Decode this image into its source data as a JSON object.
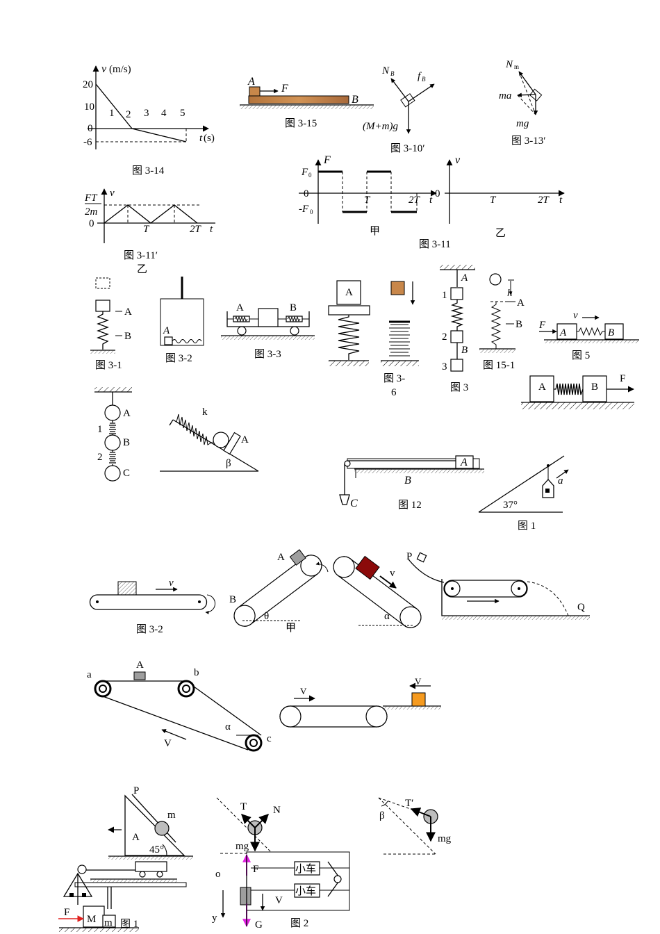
{
  "colors": {
    "wood": "#c8874a",
    "wood_dark": "#7a4b22",
    "darkred": "#8b0a0a",
    "orange": "#f59a1f",
    "gray": "#bdbdbd",
    "magenta": "#e020e0",
    "red": "#e0201e"
  },
  "fig314": {
    "y_label_v": "v",
    "y_label_unit": "(m/s)",
    "y_ticks": [
      "20",
      "10",
      "0",
      "-6"
    ],
    "x_ticks": [
      "1",
      "2",
      "3",
      "4",
      "5"
    ],
    "x_label_t": "t",
    "x_label_unit": "(s)",
    "caption": "图 3-14",
    "chart_data": {
      "type": "line",
      "series": [
        {
          "x": [
            0,
            2,
            5
          ],
          "y": [
            20,
            0,
            -6
          ]
        }
      ],
      "xlabel": "t(s)",
      "ylabel": "v(m/s)"
    }
  },
  "fig315": {
    "label_a": "A",
    "label_f": "F",
    "label_b": "B",
    "caption": "图 3-15"
  },
  "fig310": {
    "label_n": "N",
    "label_n_sub": "B",
    "label_f": "f",
    "label_f_sub": "B",
    "label_g": "(M+m)g",
    "caption": "图 3-10′"
  },
  "fig313": {
    "label_n": "N",
    "label_n_sub": "m",
    "label_ma": "ma",
    "label_mg": "mg",
    "caption": "图 3-13′"
  },
  "fig311b": {
    "label_ft": "FT",
    "label_2m": "2m",
    "label_v": "v",
    "label_0": "0",
    "label_T": "T",
    "label_2T": "2T",
    "label_t": "t",
    "caption": "图 3-11′",
    "sub": "乙"
  },
  "fig311": {
    "label_F": "F",
    "label_F0": "F",
    "label_F0_sub": "0",
    "label_0": "0",
    "label_mF0": "-F",
    "label_mF0_sub": "0",
    "label_T": "T",
    "label_2T": "2T",
    "label_t": "t",
    "jia": "甲",
    "label_v": "v",
    "label_0b": "0",
    "label_Tb": "T",
    "label_2Tb": "2T",
    "label_tb": "t",
    "yi": "乙",
    "caption": "图 3-11"
  },
  "fig31": {
    "label_a": "A",
    "label_b": "B",
    "caption": "图 3-1"
  },
  "fig32a": {
    "label_a": "A",
    "caption": "图 3-2"
  },
  "fig33": {
    "label_a": "A",
    "label_b": "B",
    "caption": "图 3-3"
  },
  "fig36": {
    "label_a": "A",
    "caption_1": "图 3-",
    "caption_2": "6"
  },
  "fig3": {
    "label_a": "A",
    "label_1": "1",
    "label_2": "2",
    "label_b": "B",
    "label_3": "3",
    "caption": "图 3"
  },
  "fig151": {
    "label_h": "h",
    "label_a": "A",
    "label_b": "B",
    "caption": "图 15-1"
  },
  "fig5": {
    "label_f": "F",
    "label_a": "A",
    "label_b": "B",
    "label_v": "v",
    "caption": "图 5"
  },
  "figAB": {
    "label_a": "A",
    "label_b": "B",
    "label_f": "F"
  },
  "figABC": {
    "label_a": "A",
    "label_1": "1",
    "label_b": "B",
    "label_2": "2",
    "label_c": "C"
  },
  "figIncline": {
    "label_k": "k",
    "label_a": "A",
    "label_beta": "β"
  },
  "fig12": {
    "label_a": "A",
    "label_b": "B",
    "label_c": "C",
    "caption": "图 12"
  },
  "fig1a": {
    "label_a": "a",
    "label_37": "37°",
    "caption": "图 1"
  },
  "fig32b": {
    "label_v": "v",
    "caption": "图 3-2"
  },
  "figJia": {
    "label_a": "A",
    "label_b": "B",
    "label_theta": "θ",
    "label_v": "v",
    "label_alpha": "α",
    "caption": "甲"
  },
  "figPQ": {
    "label_p": "P",
    "label_q": "Q"
  },
  "figABC2": {
    "label_a_small": "a",
    "label_A": "A",
    "label_b": "b",
    "label_alpha": "α",
    "label_c": "c",
    "label_V": "V"
  },
  "figConv": {
    "label_v1": "V",
    "label_v2": "V"
  },
  "figPm": {
    "label_p": "P",
    "label_m": "m",
    "label_a": "A",
    "label_45": "45°"
  },
  "fig1b": {
    "label_f": "F",
    "label_M": "M",
    "label_m": "m",
    "caption": "图 1"
  },
  "fig2": {
    "label_T": "T",
    "label_N": "N",
    "label_mg": "mg",
    "label_F": "F",
    "label_car1": "小车",
    "label_car2": "小车",
    "label_o": "o",
    "label_y": "y",
    "label_V": "V",
    "label_G": "G",
    "caption": "图 2"
  },
  "figTp": {
    "label_beta": "β",
    "label_T": "T′",
    "label_mg": "mg"
  }
}
